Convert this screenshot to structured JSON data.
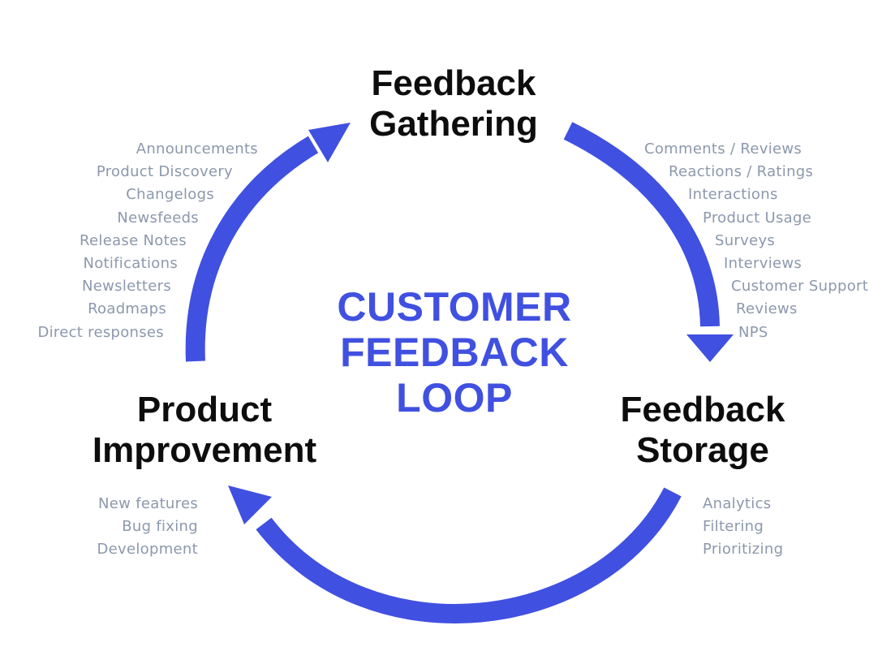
{
  "diagram": {
    "center_title": [
      "CUSTOMER",
      "FEEDBACK",
      "LOOP"
    ],
    "accent_color": "#4050e0",
    "text_color": "#0d0d0d",
    "list_color": "#8c98ac",
    "nodes": {
      "feedback_gathering": {
        "title": [
          "Feedback",
          "Gathering"
        ],
        "items": [
          "Comments / Reviews",
          "Reactions / Ratings",
          "Interactions",
          "Product Usage",
          "Surveys",
          "Interviews",
          "Customer Support",
          "Reviews",
          "NPS"
        ]
      },
      "feedback_storage": {
        "title": [
          "Feedback",
          "Storage"
        ],
        "items": [
          "Analytics",
          "Filtering",
          "Prioritizing"
        ]
      },
      "product_improvement": {
        "title": [
          "Product",
          "Improvement"
        ],
        "items": [
          "New features",
          "Bug fixing",
          "Development"
        ]
      },
      "product_announcements": {
        "items": [
          "Announcements",
          "Product Discovery",
          "Changelogs",
          "Newsfeeds",
          "Release Notes",
          "Notifications",
          "Newsletters",
          "Roadmaps",
          "Direct responses"
        ]
      }
    },
    "arrows": [
      {
        "from": "Product Improvement",
        "to": "Feedback Gathering",
        "icon": "curved-arrow-icon"
      },
      {
        "from": "Feedback Gathering",
        "to": "Feedback Storage",
        "icon": "curved-arrow-icon"
      },
      {
        "from": "Feedback Storage",
        "to": "Product Improvement",
        "icon": "curved-arrow-icon"
      }
    ]
  }
}
